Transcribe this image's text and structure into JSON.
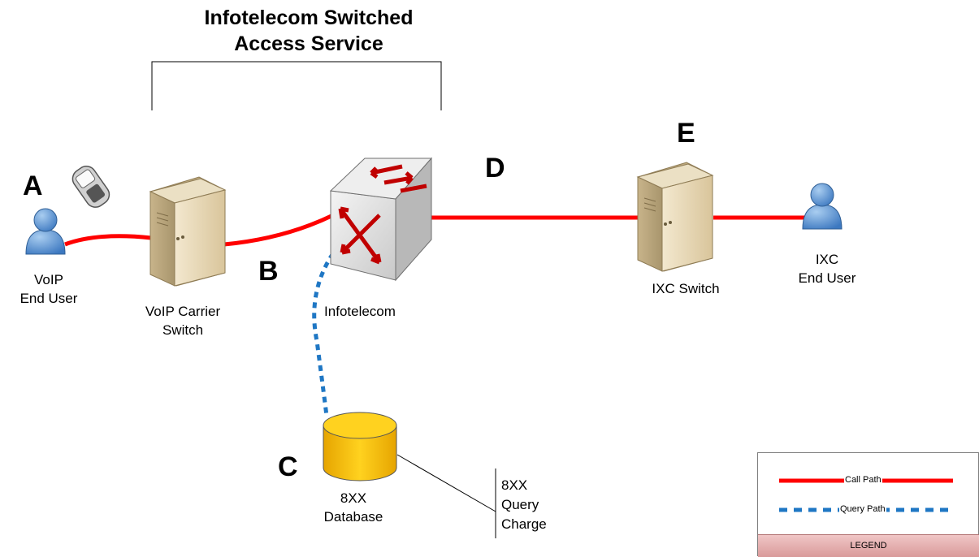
{
  "title": [
    "Infotelecom Switched",
    "Access Service"
  ],
  "nodes": {
    "voip_user": {
      "letter": "A",
      "label": [
        "VoIP",
        "End User"
      ]
    },
    "voip_switch": {
      "label": [
        "VoIP Carrier",
        "Switch"
      ]
    },
    "infotelecom": {
      "letter": "B",
      "label": [
        "Infotelecom"
      ]
    },
    "database": {
      "letter": "C",
      "label": [
        "8XX",
        "Database"
      ]
    },
    "ixc_switch": {
      "letter": "E",
      "label": [
        "IXC Switch"
      ]
    },
    "ixc_user": {
      "label": [
        "IXC",
        "End User"
      ]
    }
  },
  "link_letter": "D",
  "query_charge": [
    "8XX",
    "Query",
    "Charge"
  ],
  "legend": {
    "call_path": "Call Path",
    "query_path": "Query Path",
    "title": "LEGEND"
  },
  "colors": {
    "call_path": "#ff0000",
    "query_path": "#1f77c4"
  },
  "icons": [
    "person-icon",
    "phone-icon",
    "server-icon",
    "router-icon",
    "database-icon"
  ]
}
